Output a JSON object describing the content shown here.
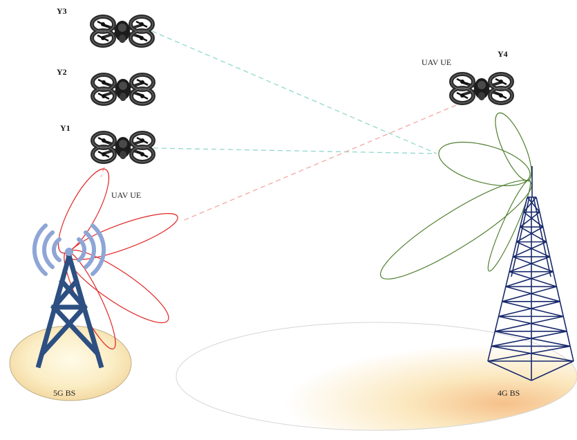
{
  "labels": {
    "y1": "Y1",
    "y2": "Y2",
    "y3": "Y3",
    "y4": "Y4",
    "uav_ue_left": "UAV UE",
    "uav_ue_right": "UAV UE",
    "bs_5g": "5G BS",
    "bs_4g": "4G BS"
  },
  "colors": {
    "beam_5g": "#e02424",
    "beam_4g": "#4f7f2f",
    "link_4g": "#8fd8cc",
    "link_5g": "#f2a6a0",
    "tower_5g": "#2d4f82",
    "tower_4g": "#17296b",
    "signal_waves": "#8ea6d6",
    "coverage_fill": "#f7dfa0"
  },
  "icons": {
    "drone": "quadcopter-drone-icon",
    "tower_5g": "5g-base-station-tower-icon",
    "tower_4g": "4g-lattice-tower-icon"
  }
}
